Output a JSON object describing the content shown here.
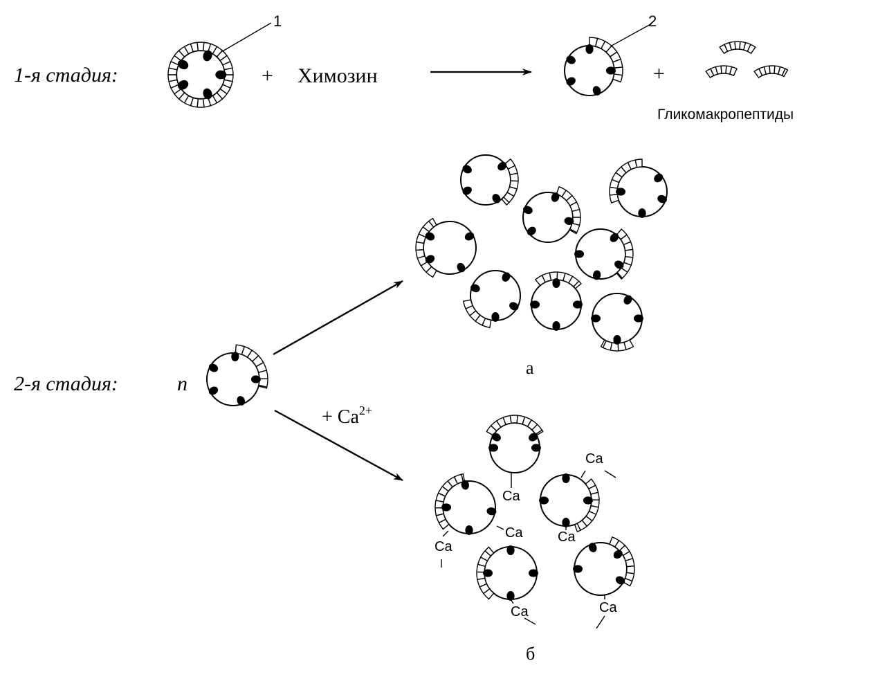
{
  "stage1": {
    "label": "1-я стадия:",
    "plus1": "+",
    "enzyme": "Химозин",
    "plus2": "+",
    "product_label": "Гликомакропептиды",
    "callout_1": "1",
    "callout_2": "2"
  },
  "stage2": {
    "label": "2-я стадия:",
    "n": "n",
    "reagent": "+ Ca",
    "reagent_sup": "2+",
    "result_a": "а",
    "result_b": "б",
    "ca": "Ca"
  },
  "colors": {
    "ink": "#000000",
    "paper": "#ffffff"
  },
  "icons": [
    "casein-micelle",
    "split-micelle",
    "glycomacropeptide-fragment",
    "reaction-arrow"
  ]
}
